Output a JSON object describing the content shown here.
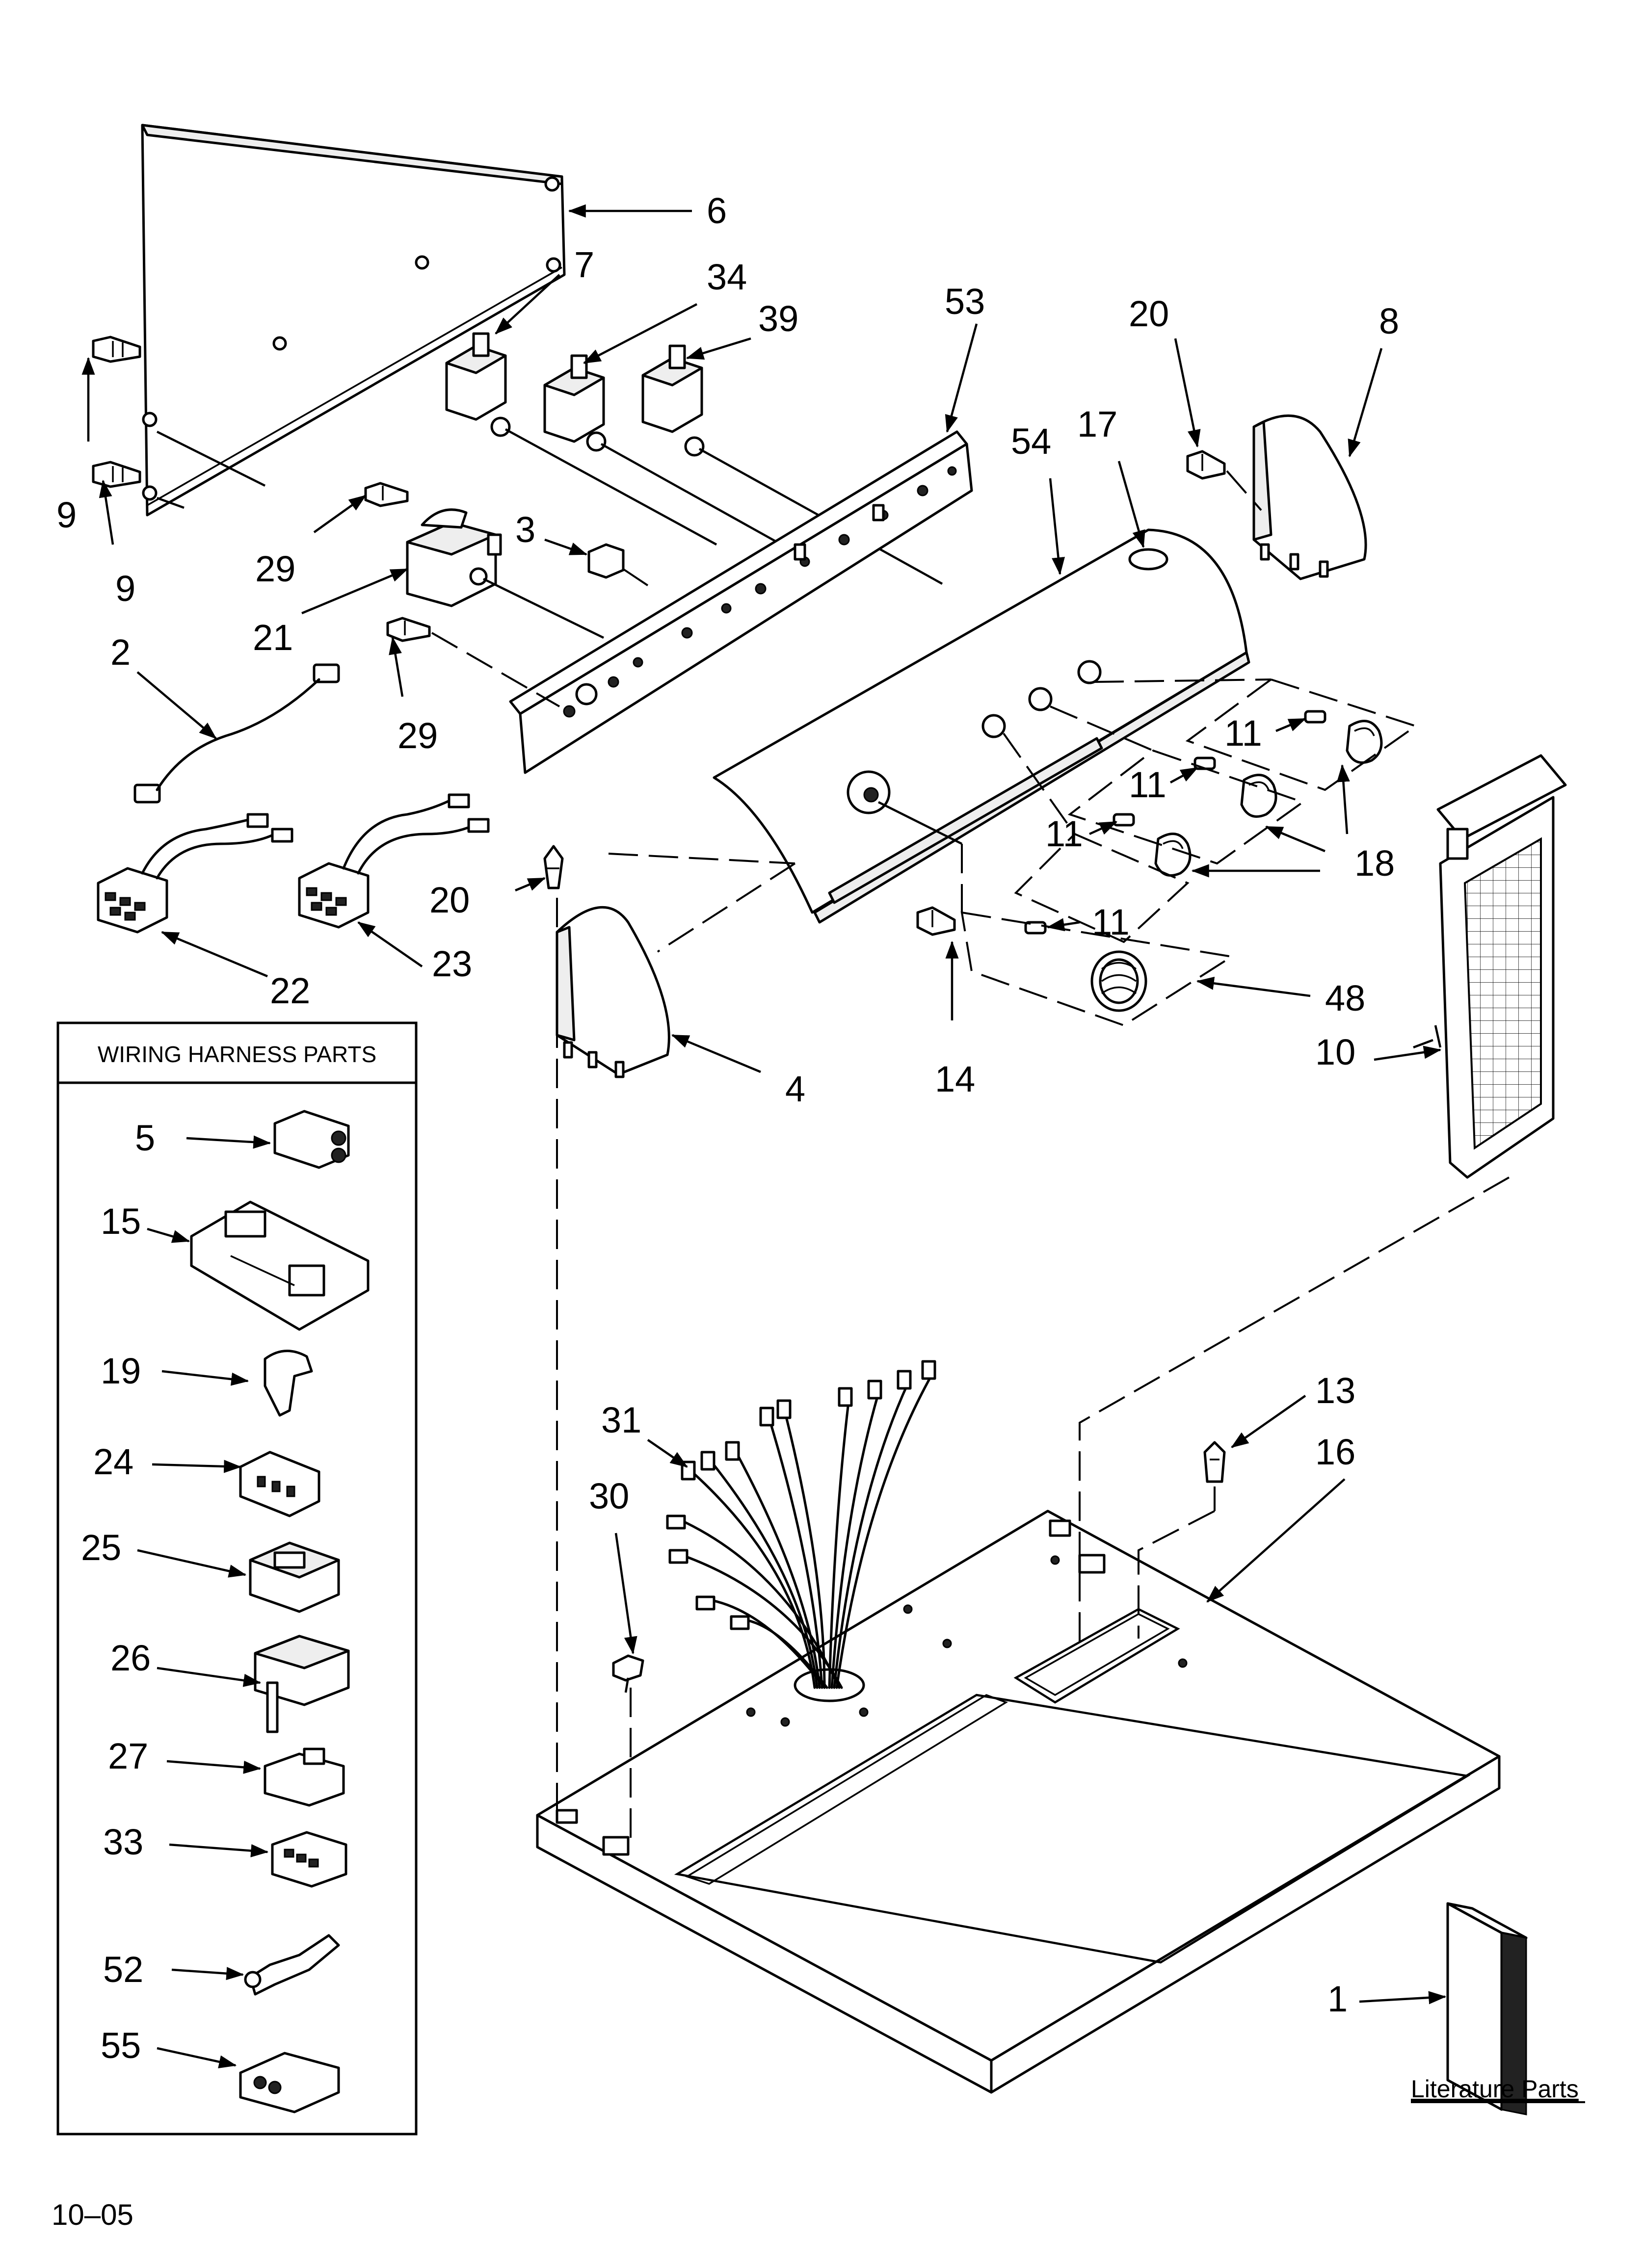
{
  "footer_code": "10–05",
  "harness_box": {
    "title": "WIRING HARNESS PARTS"
  },
  "literature_label": "Literature Parts",
  "callouts": {
    "c6": "6",
    "c7": "7",
    "c34": "34",
    "c39": "39",
    "c53": "53",
    "c20a": "20",
    "c8": "8",
    "c54": "54",
    "c17": "17",
    "c9a": "9",
    "c9b": "9",
    "c29a": "29",
    "c3": "3",
    "c21": "21",
    "c2": "2",
    "c29b": "29",
    "c11a": "11",
    "c11b": "11",
    "c11c": "11",
    "c11d": "11",
    "c18": "18",
    "c20b": "20",
    "c23": "23",
    "c22": "22",
    "c48": "48",
    "c10": "10",
    "c4": "4",
    "c14": "14",
    "c5": "5",
    "c15": "15",
    "c19": "19",
    "c24": "24",
    "c25": "25",
    "c26": "26",
    "c27": "27",
    "c33": "33",
    "c52": "52",
    "c55": "55",
    "c13": "13",
    "c16": "16",
    "c31": "31",
    "c30": "30",
    "c1": "1"
  }
}
